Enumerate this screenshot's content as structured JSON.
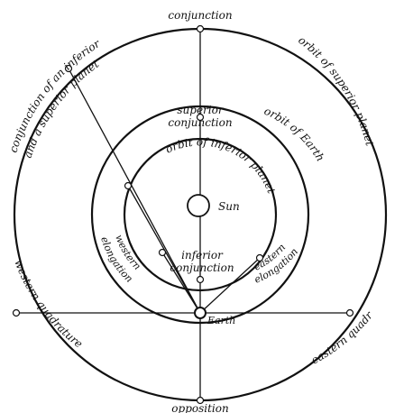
{
  "diagram": {
    "labels": {
      "conjunction": "conjunction",
      "orbit_superior": "orbit of superior planet",
      "conj_inf_sup_line1": "conjunction of an inferior",
      "conj_inf_sup_line2": "and a superior planet",
      "superior_conjunction_1": "superior",
      "superior_conjunction_2": "conjunction",
      "orbit_earth": "orbit of Earth",
      "orbit_inferior": "orbit of inferior planet",
      "sun": "Sun",
      "inferior_conjunction_1": "inferior",
      "inferior_conjunction_2": "conjunction",
      "western_elongation_1": "western",
      "western_elongation_2": "elongation",
      "eastern_elongation_1": "eastern",
      "eastern_elongation_2": "elongation",
      "western_quadrature": "western quadrature",
      "eastern_quadrature": "eastern quadrature",
      "earth": "Earth",
      "opposition": "opposition"
    },
    "stroke_color": "#111111"
  }
}
